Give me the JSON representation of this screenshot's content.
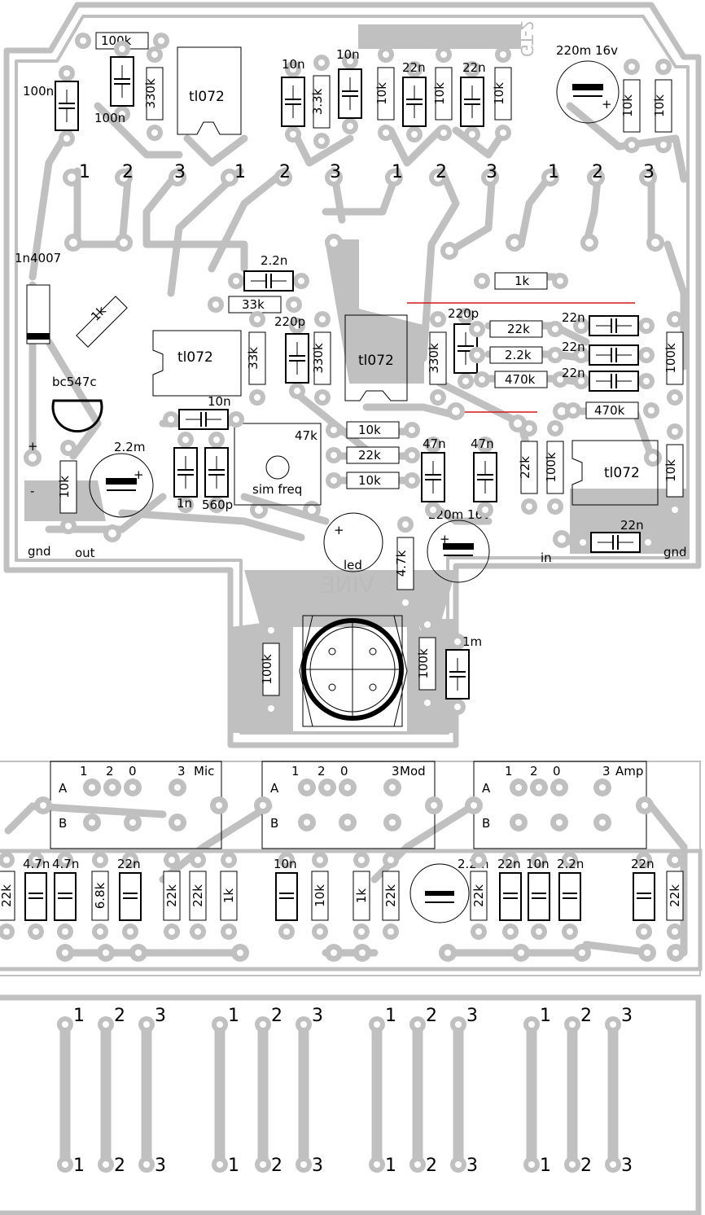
{
  "colors": {
    "copper": "#c0c0c0",
    "ink": "#000000",
    "background": "#ffffff",
    "accent_line": "#d01818"
  },
  "board": {
    "pot_pins": [
      "1",
      "2",
      "3",
      "1",
      "2",
      "3",
      "1",
      "2",
      "3",
      "1",
      "2",
      "3"
    ],
    "ic_labels": [
      "tl072",
      "tl072",
      "tl072",
      "tl072"
    ],
    "mirrored_text_top": "GT-2",
    "mirrored_text_mid": "VINE",
    "misc": {
      "led": "led",
      "sim_freq": "sim freq",
      "gnd_left": "gnd",
      "out": "out",
      "in": "in",
      "gnd_right": "gnd",
      "plus": "+",
      "minus": "-"
    },
    "semis": {
      "diode": "1n4007",
      "transistor": "bc547c"
    },
    "caps_electrolytic": [
      {
        "label": "220m 16v"
      },
      {
        "label": "2.2m"
      },
      {
        "label": "220m 16v"
      }
    ],
    "components": [
      {
        "name": "c-100n-a",
        "label": "100n"
      },
      {
        "name": "r-100k-top",
        "label": "100k"
      },
      {
        "name": "c-100n-b",
        "label": "100n"
      },
      {
        "name": "r-330k-a",
        "label": "330k"
      },
      {
        "name": "c-10n-a",
        "label": "10n"
      },
      {
        "name": "r-33k-a",
        "label": "3.3k"
      },
      {
        "name": "c-10n-b",
        "label": "10n"
      },
      {
        "name": "r-10k-a",
        "label": "10k"
      },
      {
        "name": "c-22n-a",
        "label": "22n"
      },
      {
        "name": "r-10k-b",
        "label": "10k"
      },
      {
        "name": "c-22n-b",
        "label": "22n"
      },
      {
        "name": "r-10k-c",
        "label": "10k"
      },
      {
        "name": "r-10k-d",
        "label": "10k"
      },
      {
        "name": "r-10k-e",
        "label": "10k"
      },
      {
        "name": "c-2n2-a",
        "label": "2.2n"
      },
      {
        "name": "r-33k-b",
        "label": "33k"
      },
      {
        "name": "r-1k-a",
        "label": "1k"
      },
      {
        "name": "r-1k-b",
        "label": "1k"
      },
      {
        "name": "c-220p-a",
        "label": "220p"
      },
      {
        "name": "r-33k-c",
        "label": "33k"
      },
      {
        "name": "r-330k-b",
        "label": "330k"
      },
      {
        "name": "r-330k-c",
        "label": "330k"
      },
      {
        "name": "c-220p-b",
        "label": "220p"
      },
      {
        "name": "r-22k-a",
        "label": "22k"
      },
      {
        "name": "r-2k2-a",
        "label": "2.2k"
      },
      {
        "name": "r-470k-a",
        "label": "470k"
      },
      {
        "name": "c-22n-c",
        "label": "22n"
      },
      {
        "name": "c-22n-d",
        "label": "22n"
      },
      {
        "name": "c-22n-e",
        "label": "22n"
      },
      {
        "name": "r-100k-a",
        "label": "100k"
      },
      {
        "name": "r-470k-b",
        "label": "470k"
      },
      {
        "name": "c-10n-c",
        "label": "10n"
      },
      {
        "name": "pot-47k",
        "label": "47k"
      },
      {
        "name": "r-10k-f",
        "label": "10k"
      },
      {
        "name": "r-22k-b",
        "label": "22k"
      },
      {
        "name": "r-10k-g",
        "label": "10k"
      },
      {
        "name": "c-1n",
        "label": "1n"
      },
      {
        "name": "c-560p",
        "label": "560p"
      },
      {
        "name": "c-47n-a",
        "label": "47n"
      },
      {
        "name": "c-47n-b",
        "label": "47n"
      },
      {
        "name": "r-22k-c",
        "label": "22k"
      },
      {
        "name": "r-100k-b",
        "label": "100k"
      },
      {
        "name": "r-10k-h",
        "label": "10k"
      },
      {
        "name": "r-10k-i",
        "label": "10k"
      },
      {
        "name": "c-22n-f",
        "label": "22n"
      },
      {
        "name": "r-47k",
        "label": "4.7k"
      },
      {
        "name": "r-100k-c",
        "label": "100k"
      },
      {
        "name": "r-100k-d",
        "label": "100k"
      },
      {
        "name": "c-1m",
        "label": "1m"
      }
    ]
  },
  "jacks": [
    {
      "name": "Mic",
      "pins": [
        "1",
        "2",
        "0",
        "3"
      ],
      "rows": [
        "A",
        "B"
      ]
    },
    {
      "name": "Mod",
      "pins": [
        "1",
        "2",
        "0",
        "3"
      ],
      "rows": [
        "A",
        "B"
      ]
    },
    {
      "name": "Amp",
      "pins": [
        "1",
        "2",
        "0",
        "3"
      ],
      "rows": [
        "A",
        "B"
      ]
    }
  ],
  "strip": {
    "components": [
      {
        "label": "22k"
      },
      {
        "label": "4.7n"
      },
      {
        "label": "4.7n"
      },
      {
        "label": "6.8k"
      },
      {
        "label": "22n"
      },
      {
        "label": "22k"
      },
      {
        "label": "22k"
      },
      {
        "label": "1k"
      },
      {
        "label": "10n"
      },
      {
        "label": "10k"
      },
      {
        "label": "1k"
      },
      {
        "label": "22k"
      },
      {
        "label": "2.2m"
      },
      {
        "label": "22k"
      },
      {
        "label": "22n"
      },
      {
        "label": "10n"
      },
      {
        "label": "2.2n"
      },
      {
        "label": "22n"
      },
      {
        "label": "22k"
      }
    ]
  },
  "bridge": {
    "top_pins": [
      "1",
      "2",
      "3",
      "1",
      "2",
      "3",
      "1",
      "2",
      "3",
      "1",
      "2",
      "3"
    ],
    "bottom_pins": [
      "1",
      "2",
      "3",
      "1",
      "2",
      "3",
      "1",
      "2",
      "3",
      "1",
      "2",
      "3"
    ]
  }
}
